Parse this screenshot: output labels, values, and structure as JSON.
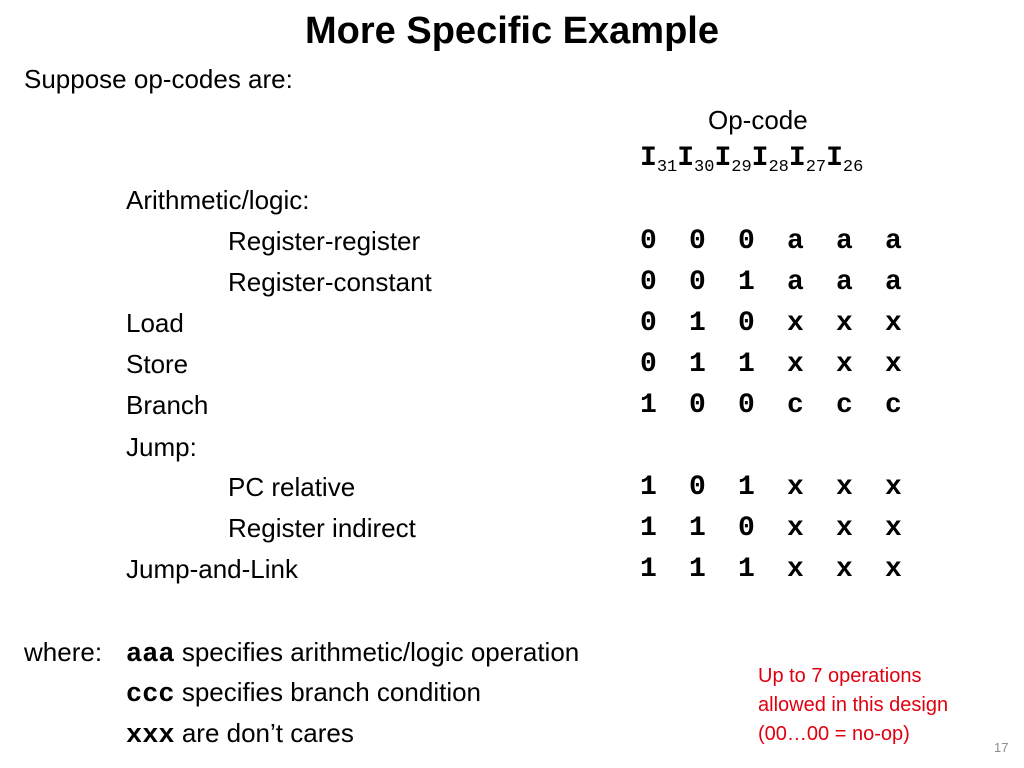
{
  "slide": {
    "title": "More Specific Example",
    "intro": "Suppose op-codes are:",
    "opcode_header": "Op-code",
    "bits_header": [
      "I",
      "31",
      "I",
      "30",
      "I",
      "29",
      "I",
      "28",
      "I",
      "27",
      "I",
      "26"
    ],
    "rows": [
      {
        "label": "Arithmetic/logic:",
        "bits": []
      },
      {
        "label": "Register-register",
        "bits": [
          "0",
          "0",
          "0",
          "a",
          "a",
          "a"
        ]
      },
      {
        "label": "Register-constant",
        "bits": [
          "0",
          "0",
          "1",
          "a",
          "a",
          "a"
        ]
      },
      {
        "label": "Load",
        "bits": [
          "0",
          "1",
          "0",
          "x",
          "x",
          "x"
        ]
      },
      {
        "label": "Store",
        "bits": [
          "0",
          "1",
          "1",
          "x",
          "x",
          "x"
        ]
      },
      {
        "label": "Branch",
        "bits": [
          "1",
          "0",
          "0",
          "c",
          "c",
          "c"
        ]
      },
      {
        "label": "Jump:",
        "bits": []
      },
      {
        "label": "PC relative",
        "bits": [
          "1",
          "0",
          "1",
          "x",
          "x",
          "x"
        ]
      },
      {
        "label": "Register indirect",
        "bits": [
          "1",
          "1",
          "0",
          "x",
          "x",
          "x"
        ]
      },
      {
        "label": "Jump-and-Link",
        "bits": [
          "1",
          "1",
          "1",
          "x",
          "x",
          "x"
        ]
      }
    ],
    "where_label": "where:",
    "notes": [
      {
        "code": "aaa",
        "text": " specifies arithmetic/logic operation"
      },
      {
        "code": "ccc",
        "text": " specifies branch condition"
      },
      {
        "code": "xxx",
        "text": " are don’t cares"
      }
    ],
    "side_note": [
      "Up to 7 operations",
      "allowed in this design",
      "(00…00 = no-op)"
    ],
    "side_note_color": "#e0000f",
    "page_number": "17"
  }
}
